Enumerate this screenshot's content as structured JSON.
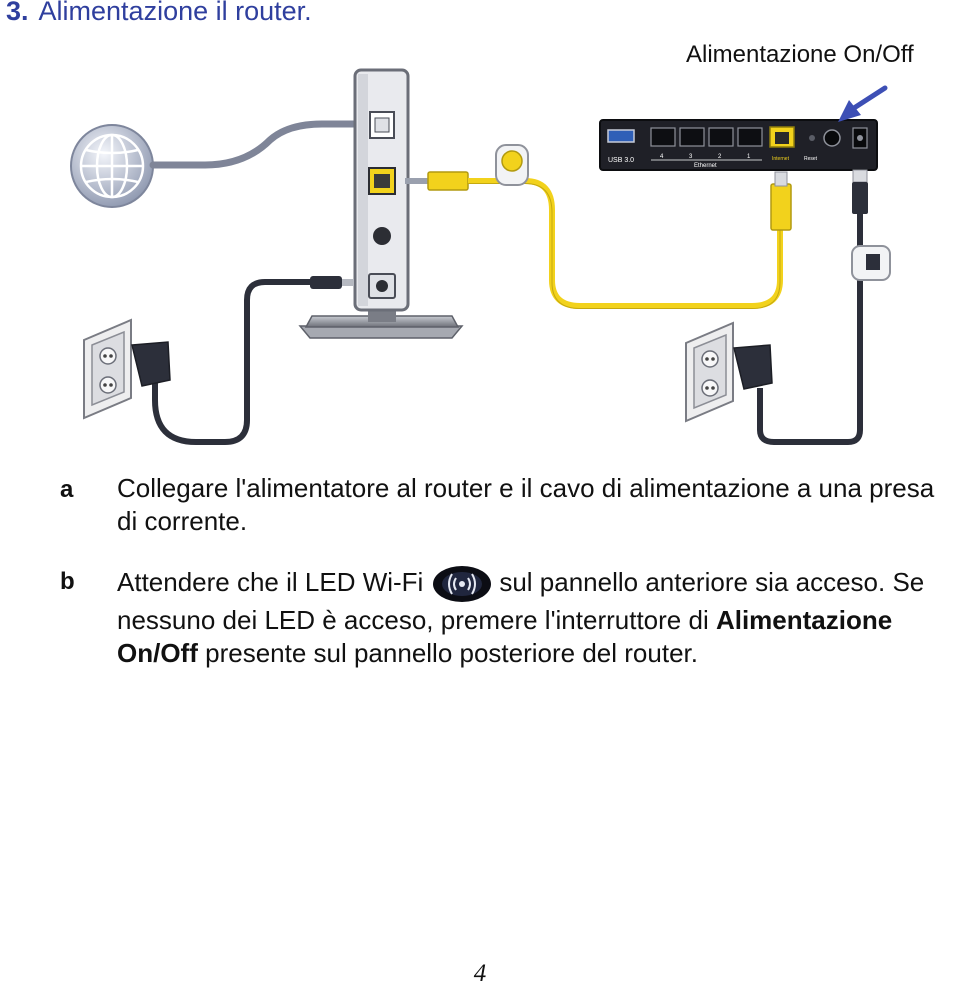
{
  "heading": {
    "number": "3.",
    "title": "Alimentazione il router."
  },
  "callout": {
    "power_switch_label": "Alimentazione On/Off"
  },
  "router_back_panel": {
    "usb_label": "USB 3.0",
    "port_numbers": [
      "4",
      "3",
      "2",
      "1"
    ],
    "ethernet_label": "Ethernet",
    "internet_label": "Internet",
    "reset_label": "Reset"
  },
  "steps": [
    {
      "letter": "a",
      "text": "Collegare l'alimentatore al router e il cavo di alimentazione a una presa di corrente."
    },
    {
      "letter": "b",
      "text_before_icon": "Attendere che il LED Wi-Fi",
      "icon": "wifi-led-icon",
      "text_after_icon": "sul pannello anteriore sia acceso. Se nessuno dei LED è acceso, premere l'interruttore di",
      "bold_text": "Alimentazione On/Off",
      "text_end": "presente sul pannello posteriore del router."
    }
  ],
  "page_number": "4",
  "colors": {
    "heading": "#2f3f9e",
    "ethernet_cable": "#f2d21c",
    "arrow": "#3d4fb5"
  }
}
